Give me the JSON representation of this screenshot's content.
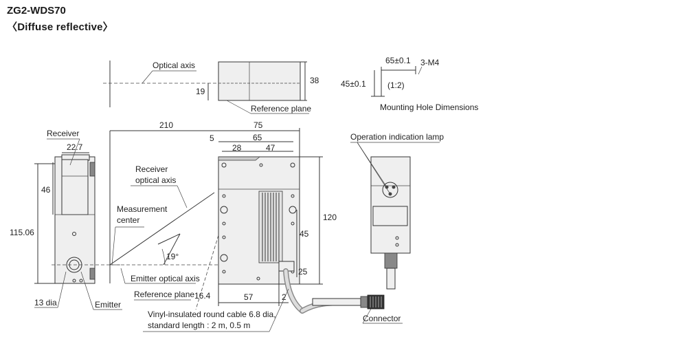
{
  "header": {
    "model": "ZG2-WDS70",
    "type": "〈Diffuse reflective〉"
  },
  "top_view": {
    "optical_axis": "Optical axis",
    "dim_19": "19",
    "dim_38": "38",
    "reference_plane": "Reference plane"
  },
  "mounting": {
    "dim_65": "65±0.1",
    "screw": "3-M4",
    "dim_45": "45±0.1",
    "ratio": "(1:2)",
    "title": "Mounting Hole Dimensions"
  },
  "side_view": {
    "receiver": "Receiver",
    "dim_22_7": "22.7",
    "dim_46": "46",
    "dim_115_06": "115.06",
    "dia_13": "13 dia",
    "emitter": "Emitter"
  },
  "front_view": {
    "dim_210": "210",
    "dim_75": "75",
    "dim_5": "5",
    "dim_65": "65",
    "dim_28": "28",
    "dim_47": "47",
    "dim_120": "120",
    "dim_45": "45",
    "dim_25": "25",
    "receiver_axis_1": "Receiver",
    "receiver_axis_2": "optical axis",
    "meas_center_1": "Measurement",
    "meas_center_2": "center",
    "angle": "19°",
    "emitter_axis": "Emitter optical axis",
    "reference_plane": "Reference plane",
    "dim_16_4": "16.4",
    "dim_57": "57",
    "dim_2": "2",
    "cable_1": "Vinyl-insulated round cable 6.8 dia,",
    "cable_2": "standard length : 2 m, 0.5 m"
  },
  "right_view": {
    "lamp": "Operation indication lamp",
    "connector": "Connector"
  }
}
